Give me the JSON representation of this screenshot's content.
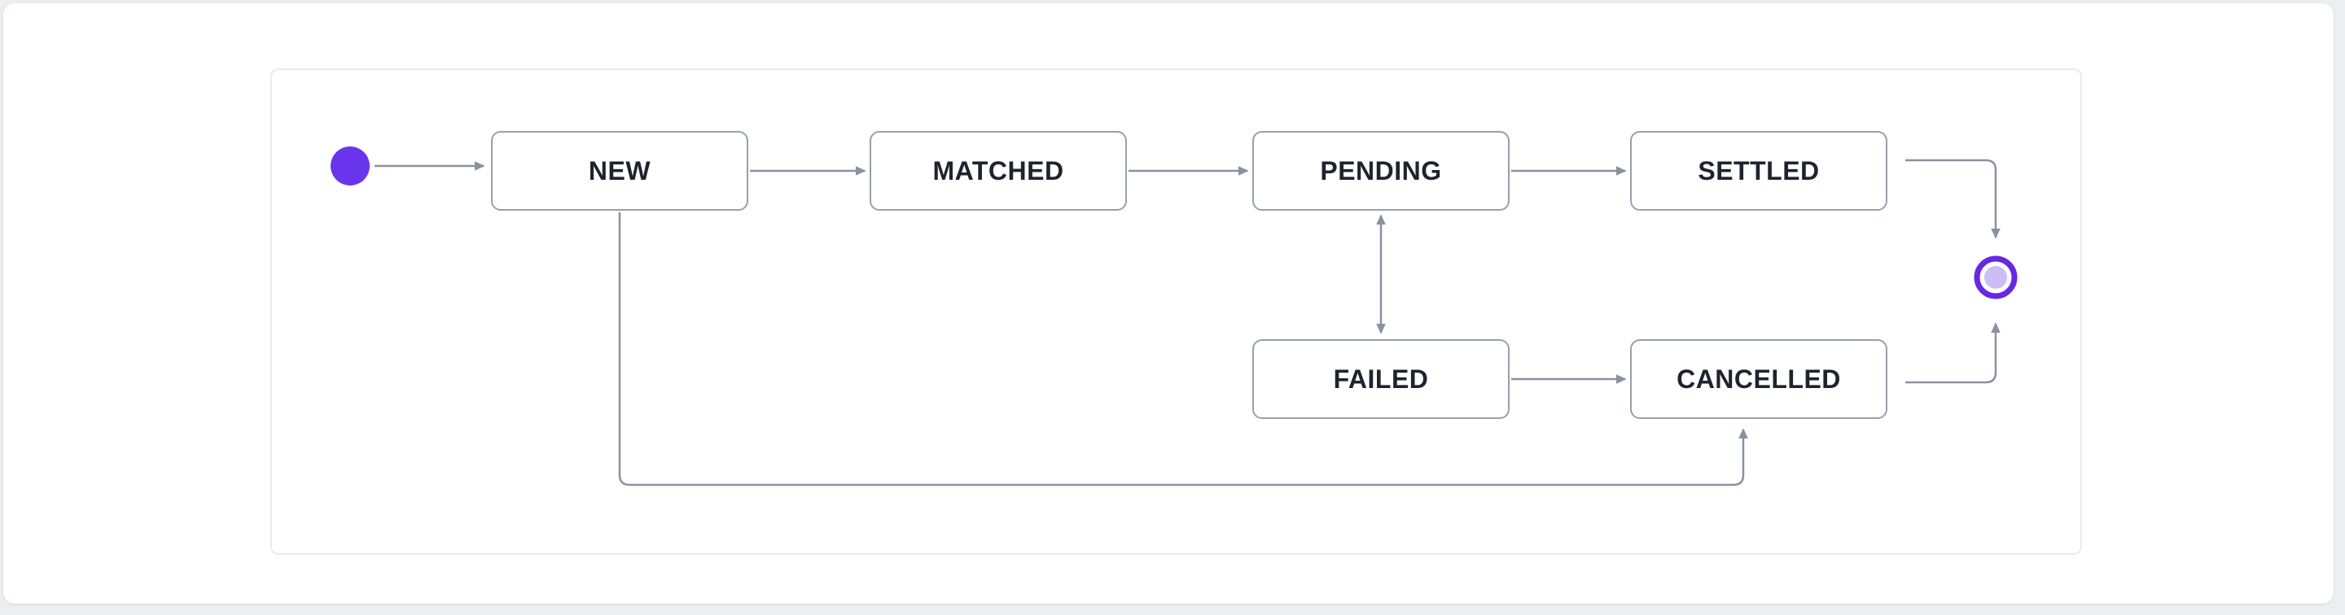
{
  "diagram": {
    "type": "state-machine",
    "states": [
      {
        "id": "new",
        "label": "NEW"
      },
      {
        "id": "matched",
        "label": "MATCHED"
      },
      {
        "id": "pending",
        "label": "PENDING"
      },
      {
        "id": "settled",
        "label": "SETTLED"
      },
      {
        "id": "failed",
        "label": "FAILED"
      },
      {
        "id": "cancelled",
        "label": "CANCELLED"
      }
    ],
    "start_node": {
      "shape": "filled-circle",
      "color": "#6935ec"
    },
    "end_node": {
      "shape": "ringed-circle",
      "ring_color": "#6728e3",
      "inner_color": "#ccbdf5"
    },
    "transitions": [
      {
        "from": "start",
        "to": "new",
        "bidirectional": false
      },
      {
        "from": "new",
        "to": "matched",
        "bidirectional": false
      },
      {
        "from": "matched",
        "to": "pending",
        "bidirectional": false
      },
      {
        "from": "pending",
        "to": "settled",
        "bidirectional": false
      },
      {
        "from": "pending",
        "to": "failed",
        "bidirectional": true
      },
      {
        "from": "failed",
        "to": "cancelled",
        "bidirectional": false
      },
      {
        "from": "settled",
        "to": "end",
        "bidirectional": false
      },
      {
        "from": "cancelled",
        "to": "end",
        "bidirectional": false
      },
      {
        "from": "new",
        "to": "cancelled",
        "bidirectional": false
      }
    ]
  },
  "colors": {
    "page_background": "#eceef2",
    "card_background": "#ffffff",
    "panel_border": "#e9ebef",
    "state_border": "#97a0ac",
    "state_text": "#1e242e",
    "arrow": "#8892a0",
    "accent_purple": "#6935ec",
    "end_ring_purple": "#6728e3",
    "end_fill_lavender": "#ccbdf5"
  }
}
